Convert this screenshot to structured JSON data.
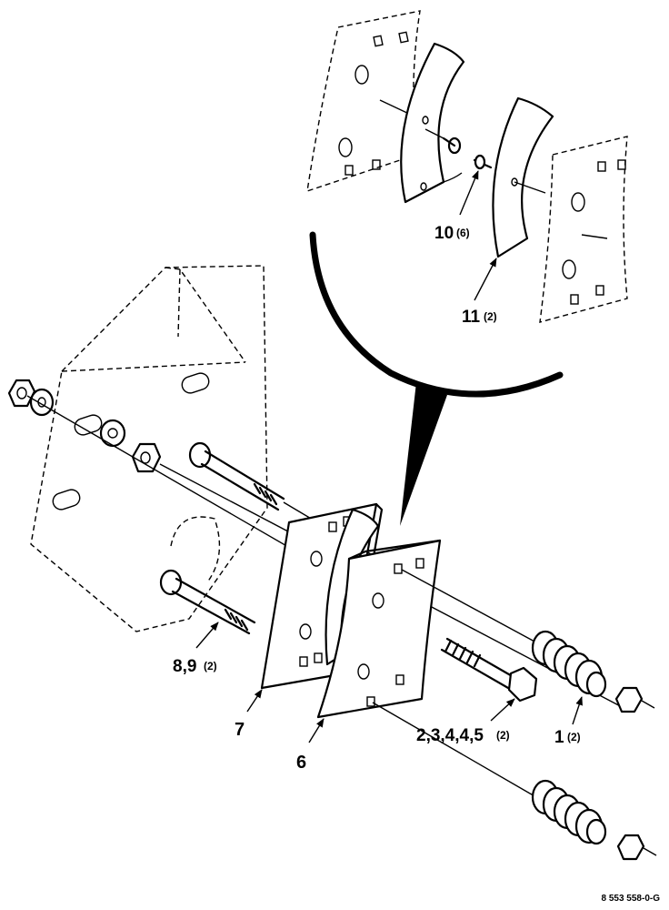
{
  "callouts": [
    {
      "id": "c10",
      "number": "10",
      "qty": "(6)"
    },
    {
      "id": "c11",
      "number": "11",
      "qty": "(2)"
    },
    {
      "id": "c89",
      "number": "8,9",
      "qty": "(2)"
    },
    {
      "id": "c7",
      "number": "7",
      "qty": ""
    },
    {
      "id": "c6",
      "number": "6",
      "qty": ""
    },
    {
      "id": "c2345",
      "number": "2,3,4,4,5",
      "qty": "(2)"
    },
    {
      "id": "c1",
      "number": "1",
      "qty": "(2)"
    }
  ],
  "drawing_code": "8 553 558-0-G"
}
